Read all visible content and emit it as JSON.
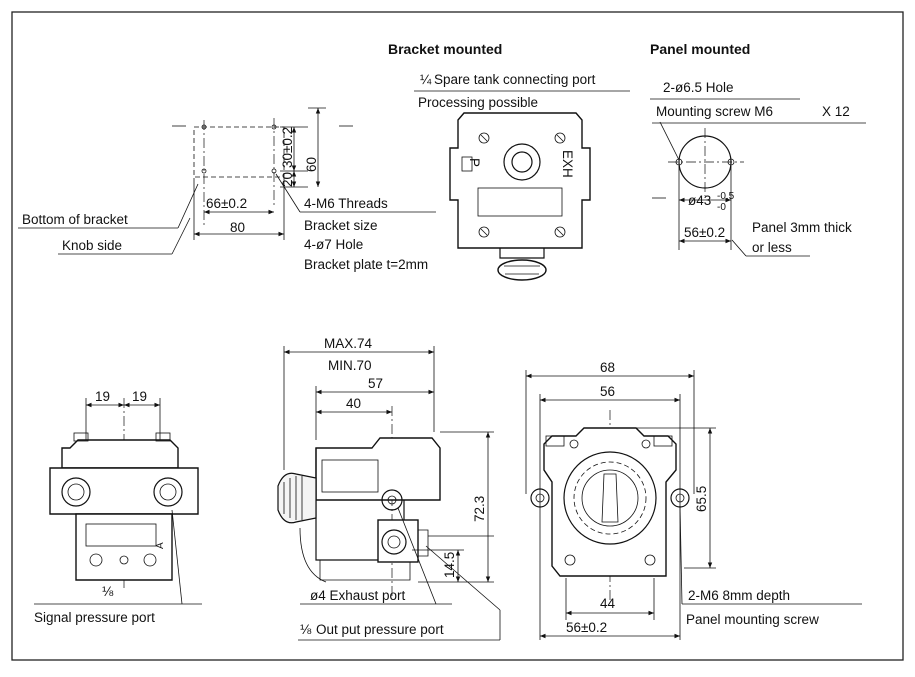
{
  "headings": {
    "bracket_mounted": "Bracket mounted",
    "panel_mounted": "Panel mounted"
  },
  "bracket_labels": {
    "bottom_of_bracket": "Bottom of bracket",
    "knob_side": "Knob side",
    "dim_66": "66±0.2",
    "dim_80": "80",
    "dim_20": "20",
    "dim_30": "30±0.2",
    "dim_60": "60",
    "threads": "4-M6 Threads",
    "bracket_size": "Bracket size",
    "hole": "4-ø7 Hole",
    "plate": "Bracket plate t=2mm"
  },
  "top_view_labels": {
    "fraction": "¼",
    "spare_port": "Spare tank connecting port",
    "processing": "Processing possible",
    "exh": "EXH",
    "p_mark": "P"
  },
  "panel_labels": {
    "hole": "2-ø6.5 Hole",
    "screw": "Mounting screw M6",
    "screw_len": "X 12",
    "dia": "ø43",
    "dia_tol_upper": "-0.5",
    "dia_tol_lower": "-0",
    "dim_56": "56±0.2",
    "panel_thick": "Panel 3mm thick",
    "or_less": "or less"
  },
  "front_view_labels": {
    "dim_19a": "19",
    "dim_19b": "19",
    "fraction": "⅛",
    "signal_port": "Signal pressure port"
  },
  "side_view_labels": {
    "max": "MAX.74",
    "min": "MIN.70",
    "dim_57": "57",
    "dim_40": "40",
    "dim_72_3": "72.3",
    "dim_14_5": "14.5",
    "exhaust": "ø4 Exhaust port",
    "fraction": "⅛",
    "output_port": "Out put pressure port"
  },
  "rear_view_labels": {
    "dim_68": "68",
    "dim_56": "56",
    "dim_65_5": "65.5",
    "dim_44": "44",
    "dim_56_tol": "56±0.2",
    "m6": "2-M6   8mm depth",
    "panel_screw": "Panel mounting screw"
  }
}
